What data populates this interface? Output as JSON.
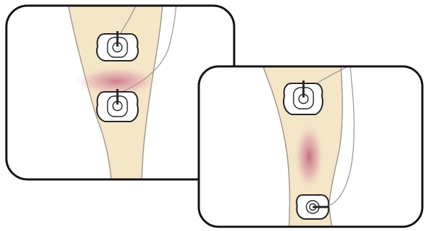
{
  "colors": {
    "background": "#ffffff",
    "panel_border": "#111111",
    "skin": "#f5e6c8",
    "skin_outline": "#a09a8c",
    "electrode_pad": "#ffffff",
    "electrode_outline": "#222222",
    "pain_area": "#c05a7a",
    "lead_wire": "#9a9a9a"
  },
  "panels": [
    {
      "name": "knee-placement-panel",
      "electrodes": [
        "upper-electrode",
        "lower-electrode"
      ],
      "pain_region": "below-knee-horizontal-band"
    },
    {
      "name": "calf-placement-panel",
      "electrodes": [
        "upper-electrode",
        "ankle-electrode"
      ],
      "pain_region": "vertical-calf-band"
    }
  ]
}
